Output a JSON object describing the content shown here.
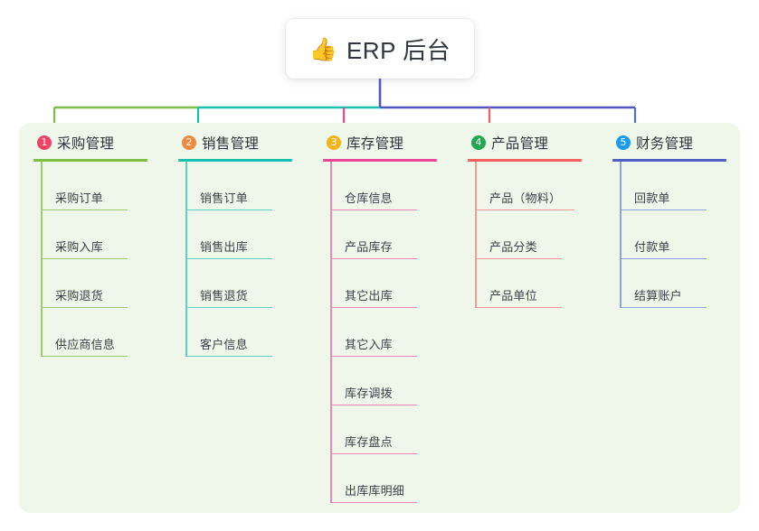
{
  "root": {
    "icon": "thumbs-up-icon",
    "icon_glyph": "👍",
    "title": "ERP 后台"
  },
  "theme": {
    "panel_bg": "#eef7ea",
    "page_bg": "#ffffff",
    "title_text": "#31353f",
    "leaf_text": "#3c4049"
  },
  "connector": {
    "trunk_color": "#4f57c4",
    "segments": [
      {
        "name": "segment-purchasing",
        "color": "#7cbf45"
      },
      {
        "name": "segment-sales",
        "color": "#16c0ad"
      },
      {
        "name": "segment-inventory-to-finance",
        "color": "#4f57c4"
      }
    ],
    "drops": [
      {
        "name": "drop-purchasing",
        "color": "#7cbf45"
      },
      {
        "name": "drop-sales",
        "color": "#16c0ad"
      },
      {
        "name": "drop-inventory",
        "color": "#ec4899"
      },
      {
        "name": "drop-product",
        "color": "#f4615f"
      },
      {
        "name": "drop-finance",
        "color": "#4f6fd0"
      }
    ]
  },
  "columns": [
    {
      "id": "purchasing",
      "number": "1",
      "title": "采购管理",
      "badge_color": "#ef4464",
      "line_color": "#7cbf45",
      "leaf_line_color": "#9ccc71",
      "items": [
        {
          "label": "采购订单"
        },
        {
          "label": "采购入库"
        },
        {
          "label": "采购退货"
        },
        {
          "label": "供应商信息"
        }
      ]
    },
    {
      "id": "sales",
      "number": "2",
      "title": "销售管理",
      "badge_color": "#f08a3c",
      "line_color": "#16c0ad",
      "leaf_line_color": "#63cfc4",
      "items": [
        {
          "label": "销售订单"
        },
        {
          "label": "销售出库"
        },
        {
          "label": "销售退货"
        },
        {
          "label": "客户信息"
        }
      ]
    },
    {
      "id": "inventory",
      "number": "3",
      "title": "库存管理",
      "badge_color": "#f5b417",
      "line_color": "#ec4899",
      "leaf_line_color": "#e888bb",
      "items": [
        {
          "label": "仓库信息"
        },
        {
          "label": "产品库存"
        },
        {
          "label": "其它出库"
        },
        {
          "label": "其它入库"
        },
        {
          "label": "库存调拨"
        },
        {
          "label": "库存盘点"
        },
        {
          "label": "出库库明细"
        }
      ]
    },
    {
      "id": "product",
      "number": "4",
      "title": "产品管理",
      "badge_color": "#22a84f",
      "line_color": "#f4615f",
      "leaf_line_color": "#f59a95",
      "items": [
        {
          "label": "产品（物料）",
          "wide": true
        },
        {
          "label": "产品分类"
        },
        {
          "label": "产品单位"
        }
      ]
    },
    {
      "id": "finance",
      "number": "5",
      "title": "财务管理",
      "badge_color": "#1d9bf0",
      "line_color": "#4f5fc6",
      "leaf_line_color": "#8aa4e0",
      "items": [
        {
          "label": "回款单"
        },
        {
          "label": "付款单"
        },
        {
          "label": "结算账户"
        }
      ]
    }
  ]
}
